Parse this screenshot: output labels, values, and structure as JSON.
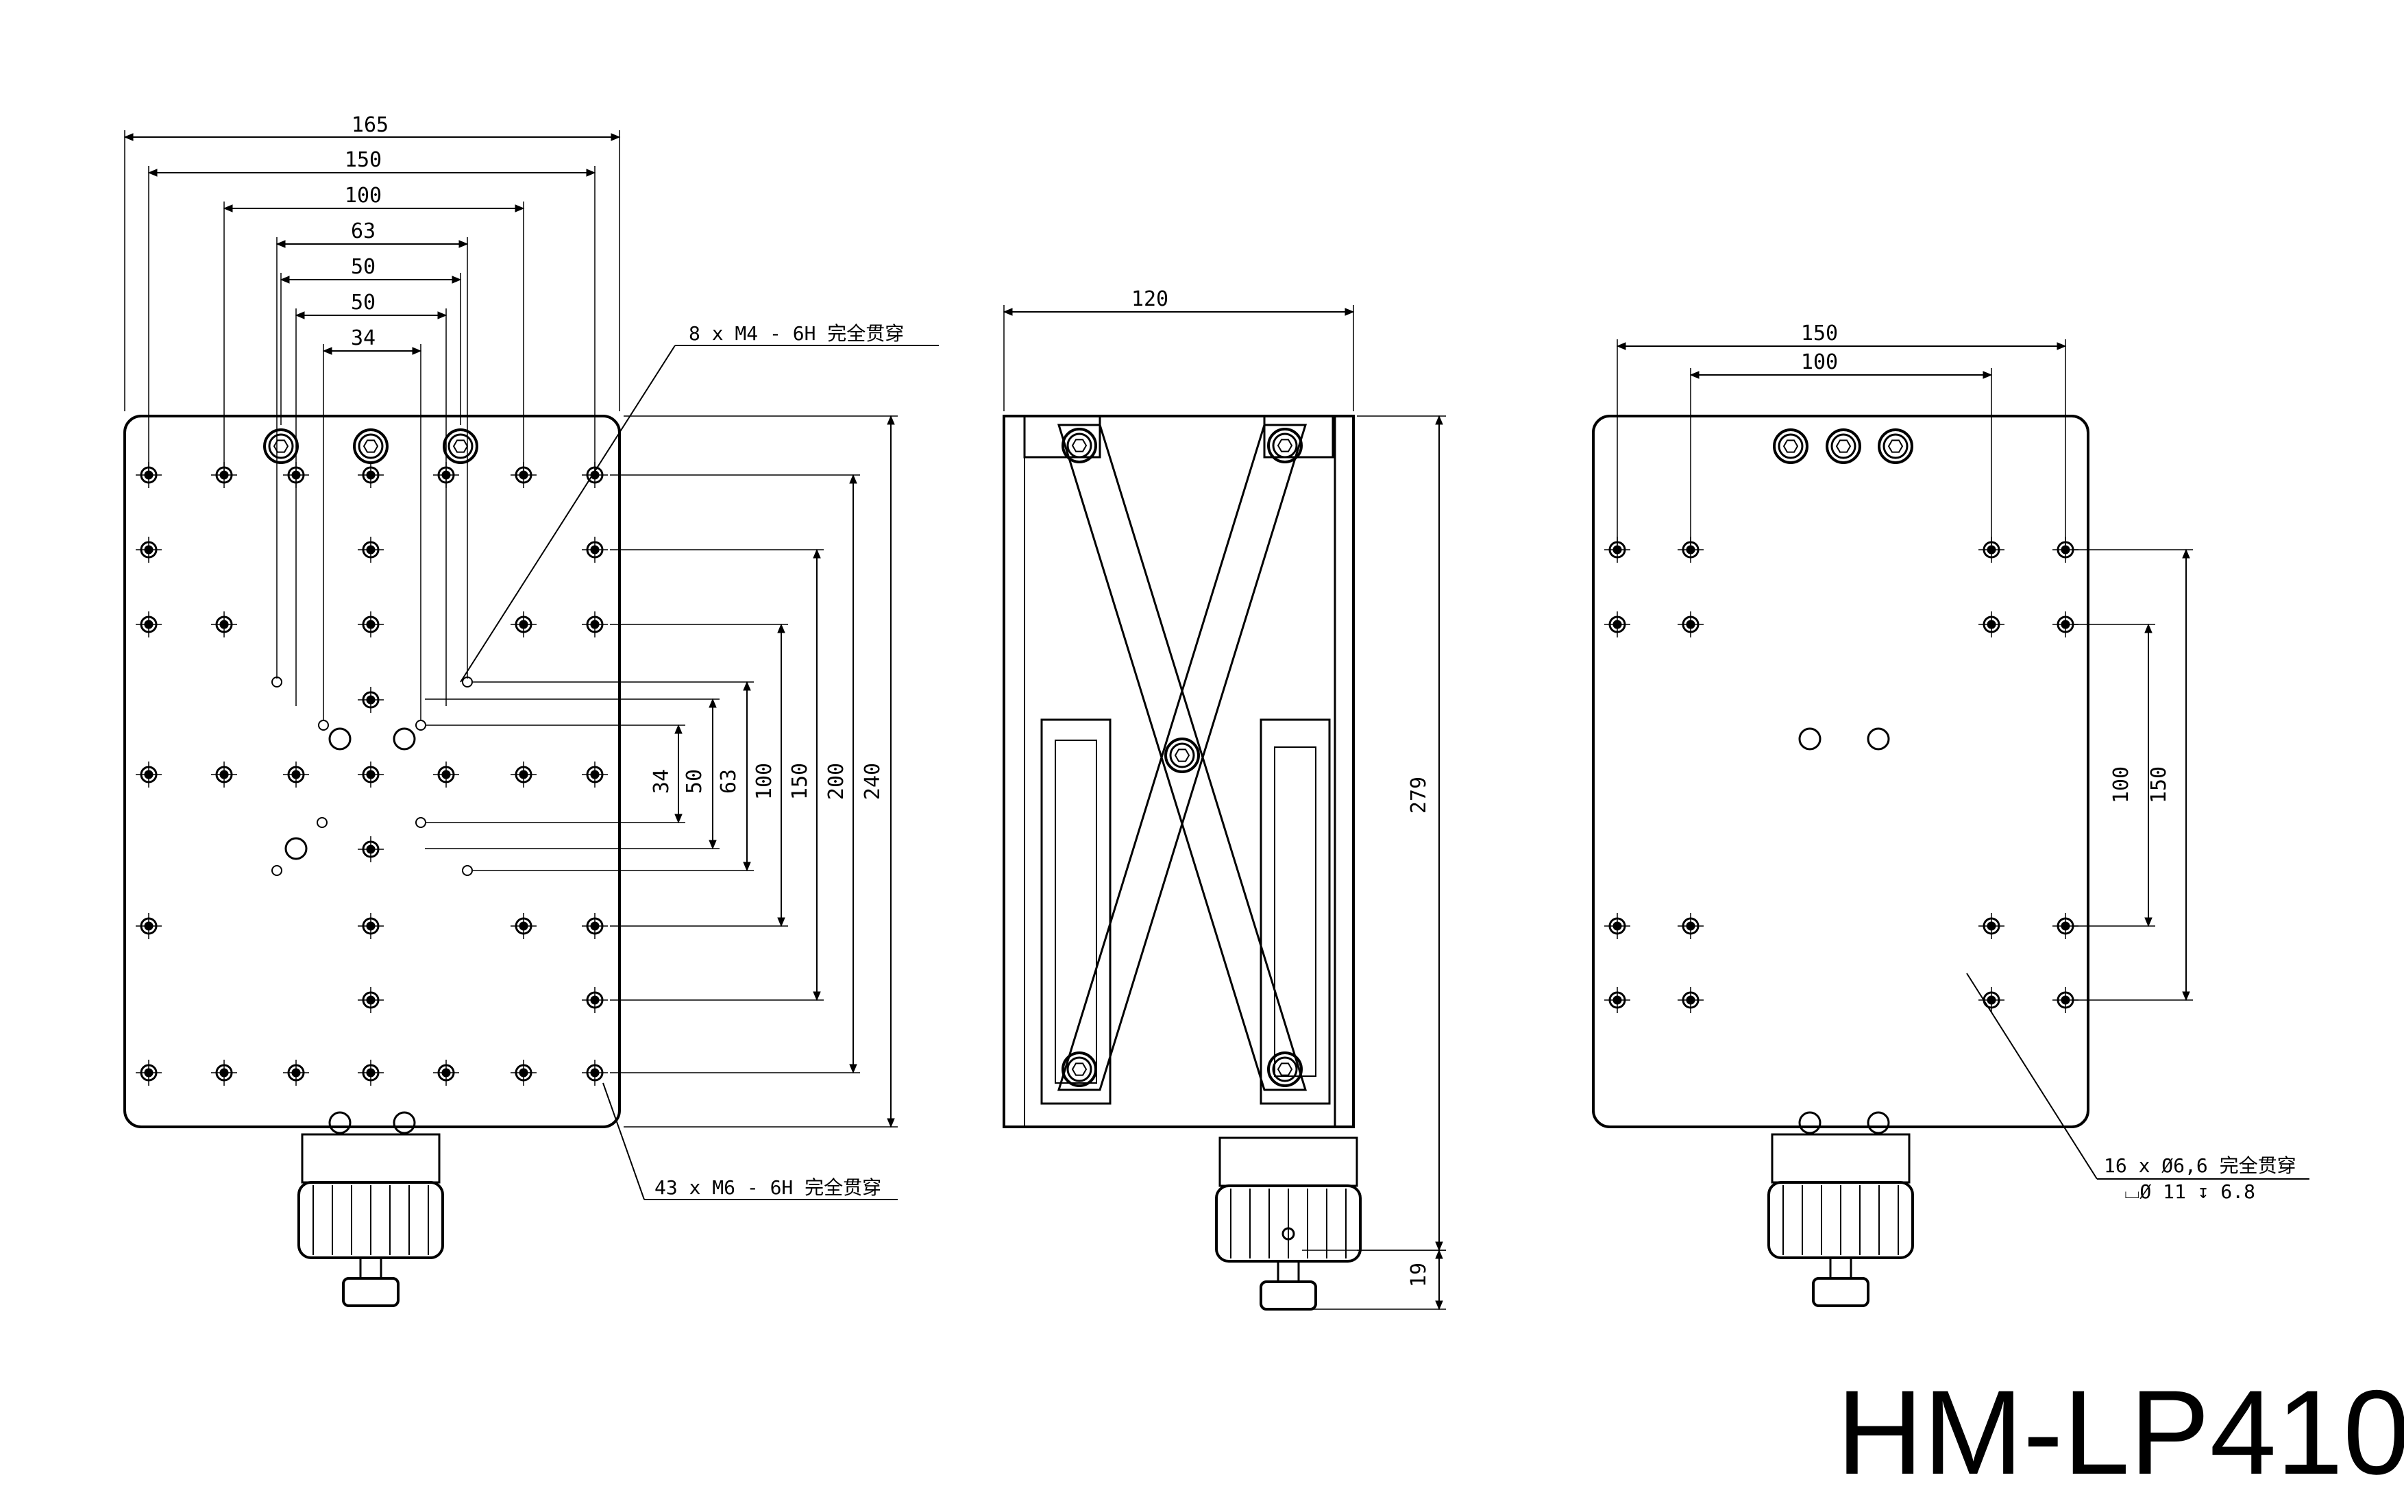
{
  "model": "HM-LP410",
  "front_view": {
    "dims_horizontal": [
      "165",
      "150",
      "100",
      "63",
      "50",
      "50",
      "34"
    ],
    "dims_vertical": [
      "34",
      "50",
      "63",
      "100",
      "150",
      "200",
      "240"
    ],
    "note_top": "8 x  M4 - 6H 完全贯穿",
    "note_bottom": "43 x  M6 - 6H 完全贯穿"
  },
  "side_view": {
    "dim_width": "120",
    "dim_height": "279",
    "dim_knob": "19"
  },
  "bottom_view": {
    "dims_horizontal": [
      "150",
      "100"
    ],
    "dims_vertical": [
      "100",
      "150"
    ],
    "note_line1": "16 x Ø6,6 完全贯穿",
    "note_line2": "⌴Ø 11 ↧ 6.8"
  },
  "colors": {
    "line": "#000000",
    "background": "#ffffff"
  }
}
